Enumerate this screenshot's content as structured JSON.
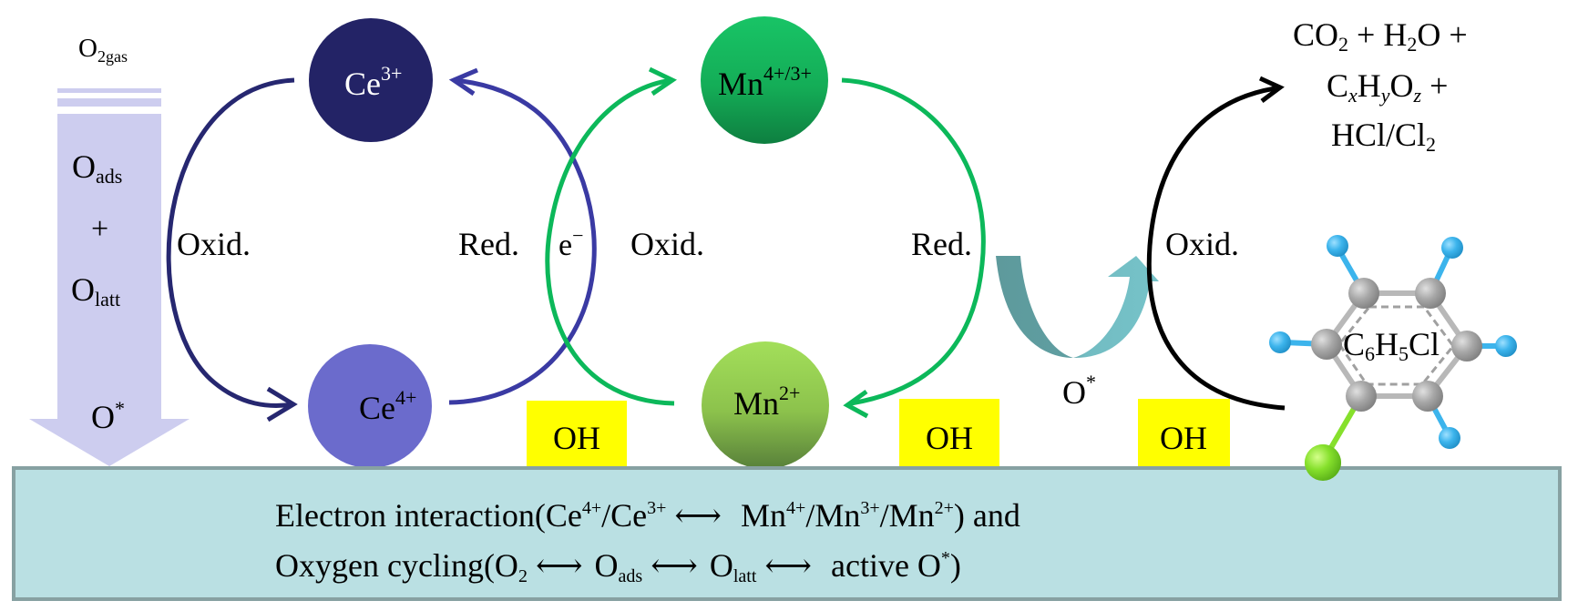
{
  "colors": {
    "ce3": "#232366",
    "ce4": "#6b6bcc",
    "ce_cycle_left": "#262770",
    "ce_cycle_right": "#3a3aa3",
    "mn_high_top": "#18c466",
    "mn_high_bottom": "#0f8a45",
    "mn_low_top": "#a3df5a",
    "mn_low_bottom": "#5f8a35",
    "mn_cycle": "#0cb85a",
    "oh_box": "#ffff00",
    "substrate_fill": "#bae0e3",
    "substrate_border": "#87a1a2",
    "o2_arrow": "#cdcdef",
    "curved_arrow_dark": "#5e9da0",
    "curved_arrow_light": "#74c0c6",
    "carbon": "#a5a5a5",
    "hydrogen": "#3cb4ec",
    "chlorine": "#86e02c"
  },
  "left_arrow": {
    "o2gas": {
      "base": "O",
      "sub": "2gas"
    },
    "oads": {
      "base": "O",
      "sub": "ads"
    },
    "plus": "+",
    "olatt": {
      "base": "O",
      "sub": "latt"
    },
    "ostar": {
      "base": "O",
      "sup": "*"
    }
  },
  "ce_cycle": {
    "ce3": {
      "base": "Ce",
      "sup": "3+"
    },
    "ce4": {
      "base": "Ce",
      "sup": "4+"
    },
    "oxid": "Oxid.",
    "red": "Red."
  },
  "electron": {
    "base": "e",
    "sup": "−"
  },
  "mn_cycle": {
    "mn_high": {
      "base": "Mn",
      "sup": "4+/3+"
    },
    "mn_low": {
      "base": "Mn",
      "sup": "2+"
    },
    "oxid": "Oxid.",
    "red": "Red."
  },
  "active_oxygen": {
    "base": "O",
    "sup": "*"
  },
  "oh_labels": [
    "OH",
    "OH",
    "OH"
  ],
  "voc_cycle": {
    "oxid": "Oxid.",
    "molecule": {
      "c": "C",
      "c_sub": "6",
      "h": "H",
      "h_sub": "5",
      "cl": "Cl"
    }
  },
  "products": {
    "line1": {
      "a": "CO",
      "a_sub": "2",
      "b": " + H",
      "b_sub": "2",
      "c": "O +"
    },
    "line2": {
      "c": "C",
      "x": "x",
      "h": "H",
      "y": "y",
      "o": "O",
      "z": "z",
      "plus": " +"
    },
    "line3": {
      "a": "HCl/Cl",
      "a_sub": "2"
    }
  },
  "substrate": {
    "line1": {
      "prefix": "Electron interaction(Ce",
      "s1": "4+",
      "mid1": "/Ce",
      "s2": "3+",
      "arrow": " ⟷ ",
      "mn1": "Mn",
      "s3": "4+",
      "mn2": "/Mn",
      "s4": "3+",
      "mn3": "/Mn",
      "s5": "2+",
      "suffix": ") and"
    },
    "line2": {
      "prefix": "Oxygen cycling(O",
      "s1": "2",
      "arrow1": " ⟷ ",
      "o_ads": "O",
      "s2": "ads",
      "arrow2": " ⟷ ",
      "o_latt": "O",
      "s3": "latt",
      "arrow3": " ⟷ ",
      "active": "active O",
      "s4": "*",
      "suffix": ")"
    }
  }
}
